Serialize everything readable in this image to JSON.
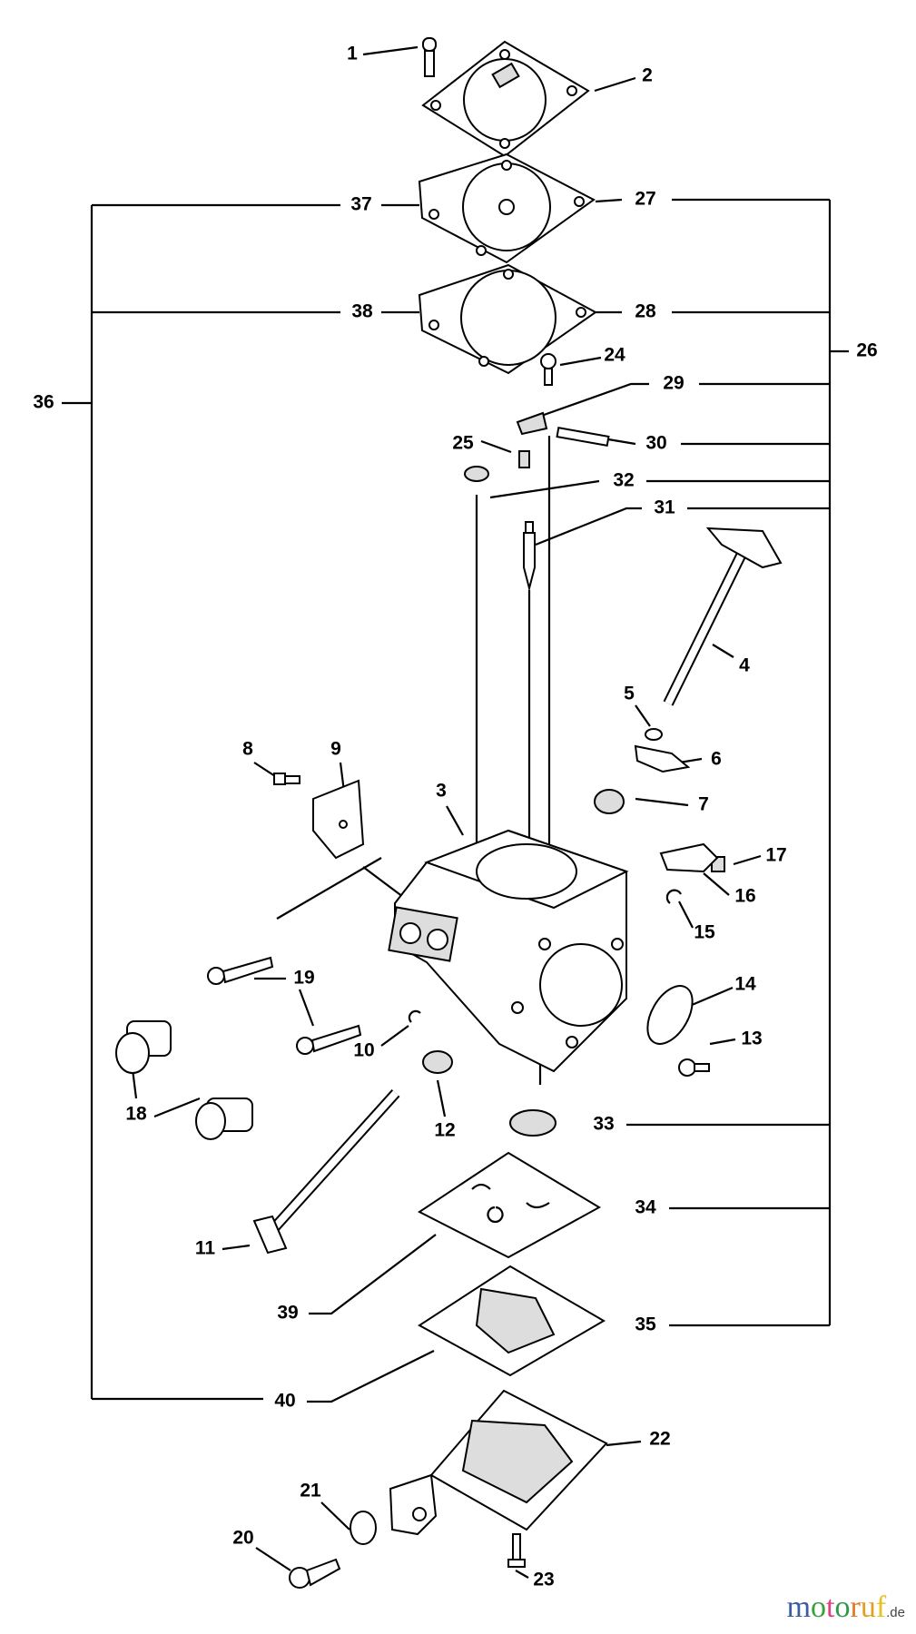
{
  "diagram": {
    "callouts": [
      "1",
      "2",
      "3",
      "4",
      "5",
      "6",
      "7",
      "8",
      "9",
      "10",
      "11",
      "12",
      "13",
      "14",
      "15",
      "16",
      "17",
      "18",
      "19",
      "20",
      "21",
      "22",
      "23",
      "24",
      "25",
      "26",
      "27",
      "28",
      "29",
      "30",
      "31",
      "32",
      "33",
      "34",
      "35",
      "36",
      "37",
      "38",
      "39",
      "40"
    ],
    "line_color": "#000000"
  },
  "watermark": {
    "text": "motoruf",
    "suffix": ".de",
    "colors": [
      "#3b5ba5",
      "#3aa03a",
      "#e0407f",
      "#2e9b4a",
      "#e07a2a",
      "#e0a020",
      "#e8c020"
    ]
  }
}
